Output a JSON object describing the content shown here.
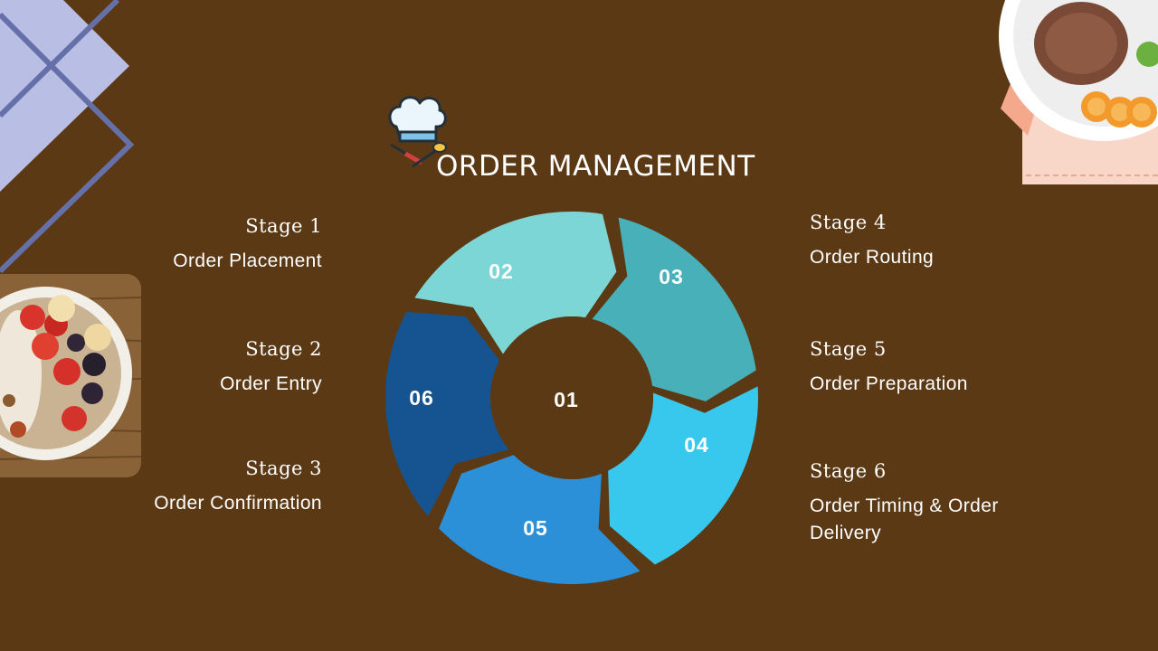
{
  "title": "ORDER MANAGEMENT",
  "center_label": "01",
  "segments": [
    {
      "label": "02",
      "color": "#7dd6d6"
    },
    {
      "label": "03",
      "color": "#48b0b8"
    },
    {
      "label": "04",
      "color": "#38c8ee"
    },
    {
      "label": "05",
      "color": "#2c90d8"
    },
    {
      "label": "06",
      "color": "#155490"
    }
  ],
  "stages_left": [
    {
      "label": "Stage 1",
      "name": "Order Placement"
    },
    {
      "label": "Stage 2",
      "name": "Order Entry"
    },
    {
      "label": "Stage 3",
      "name": "Order Confirmation"
    }
  ],
  "stages_right": [
    {
      "label": "Stage 4",
      "name": "Order Routing"
    },
    {
      "label": "Stage 5",
      "name": "Order Preparation"
    },
    {
      "label": "Stage 6",
      "name": "Order Timing & Order Delivery"
    }
  ],
  "colors": {
    "background": "#5c3915",
    "decor_lavender": "#b9bfe4",
    "decor_line": "#6670a8",
    "text": "#ffffff"
  },
  "icons": [
    "chef-hat-icon",
    "fork-spoon-icon"
  ]
}
